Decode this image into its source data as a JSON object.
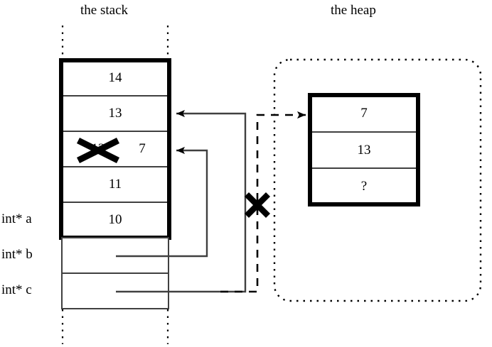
{
  "diagram": {
    "type": "memory-layout-diagram",
    "titles": {
      "stack": "the stack",
      "heap": "the heap"
    },
    "stack": {
      "frame_cells": [
        {
          "value": "14"
        },
        {
          "value": "13"
        },
        {
          "value": "12",
          "struck": true,
          "annotation": "7"
        },
        {
          "value": "11"
        },
        {
          "value": "10"
        }
      ],
      "variables": [
        {
          "label": "int* a",
          "row": "10",
          "has_pointer_line": false
        },
        {
          "label": "int* b",
          "row": "",
          "has_pointer_line": true
        },
        {
          "label": "int* c",
          "row": "",
          "has_pointer_line": true
        }
      ]
    },
    "heap": {
      "cells": [
        {
          "value": "7"
        },
        {
          "value": "13"
        },
        {
          "value": "?"
        }
      ]
    },
    "markers": {
      "invalid_pointer_x": "✕",
      "struck_value_x": "✕"
    },
    "colors": {
      "ink": "#000000",
      "thin_rule": "#404040",
      "background": "#ffffff"
    }
  }
}
